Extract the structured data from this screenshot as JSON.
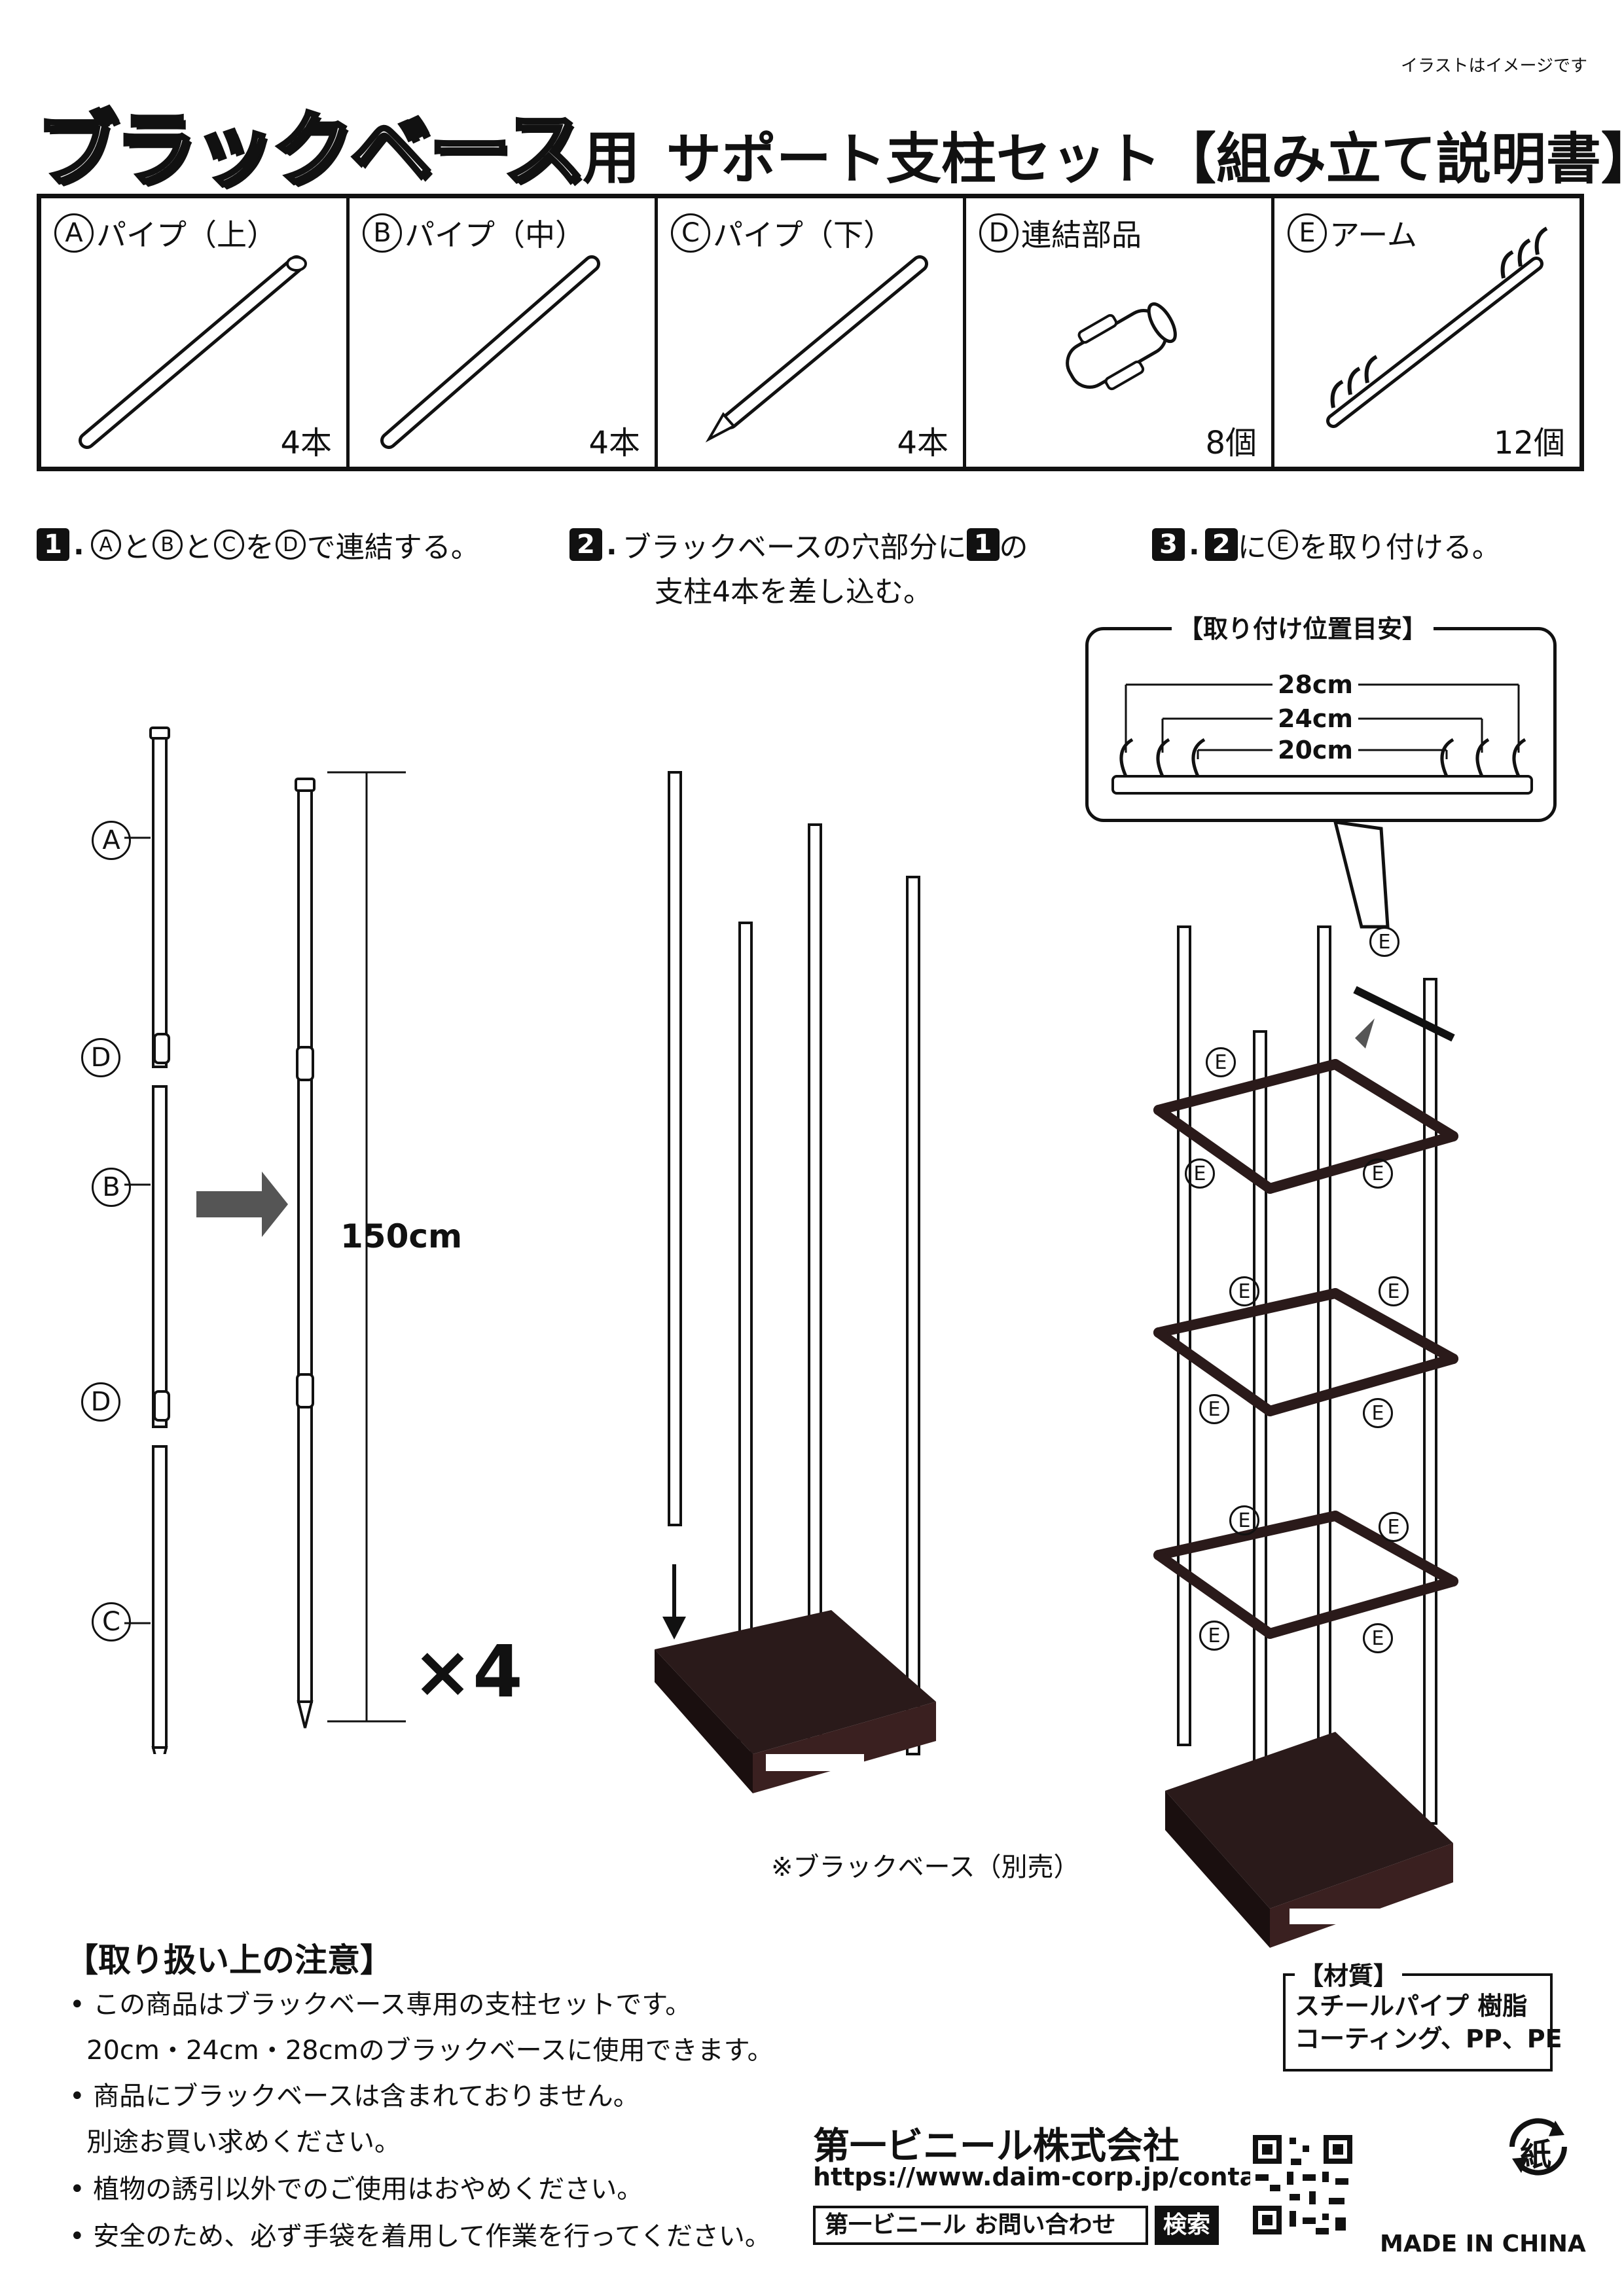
{
  "top_note": "イラストはイメージです",
  "title": {
    "main": "ブラックベース",
    "yo": "用",
    "sub": "サポート支柱セット",
    "bracket": "【組み立て説明書】"
  },
  "parts": [
    {
      "letter": "A",
      "name": "パイプ（上）",
      "qty": "4本"
    },
    {
      "letter": "B",
      "name": "パイプ（中）",
      "qty": "4本"
    },
    {
      "letter": "C",
      "name": "パイプ（下）",
      "qty": "4本"
    },
    {
      "letter": "D",
      "name": "連結部品",
      "qty": "8個"
    },
    {
      "letter": "E",
      "name": "アーム",
      "qty": "12個"
    }
  ],
  "steps": {
    "s1": {
      "num": "1",
      "t1": "と",
      "t2": "と",
      "t3": "を",
      "t4": "で連結する。"
    },
    "s2": {
      "num": "2",
      "line1a": "ブラックベースの穴部分に",
      "line1b": "の",
      "line2": "支柱4本を差し込む。"
    },
    "s3": {
      "num": "3",
      "ref": "2",
      "t1": "に",
      "t2": "を取り付ける。"
    }
  },
  "letters": {
    "A": "A",
    "B": "B",
    "C": "C",
    "D": "D",
    "E": "E"
  },
  "guide": {
    "title": "【取り付け位置目安】",
    "d28": "28cm",
    "d24": "24cm",
    "d20": "20cm"
  },
  "dimension_150": "150cm",
  "times4": "×4",
  "base_label": "※ブラックベース（別売）",
  "caution": {
    "title": "【取り扱い上の注意】",
    "lines": [
      "• この商品はブラックベース専用の支柱セットです。",
      "20cm・24cm・28cmのブラックベースに使用できます。",
      "• 商品にブラックベースは含まれておりません。",
      "別途お買い求めください。",
      "• 植物の誘引以外でのご使用はおやめください。",
      "• 安全のため、必ず手袋を着用して作業を行ってください。"
    ]
  },
  "material": {
    "title": "【材質】",
    "line1": "スチールパイプ 樹脂",
    "line2": "コーティング、PP、PE"
  },
  "company": {
    "name": "第一ビニール株式会社",
    "url": "https://www.daim-corp.jp/contact/",
    "search_text": "第一ビニール お問い合わせ",
    "search_btn": "検索"
  },
  "recycle_mark": "紙",
  "made_in": "MADE IN CHINA"
}
